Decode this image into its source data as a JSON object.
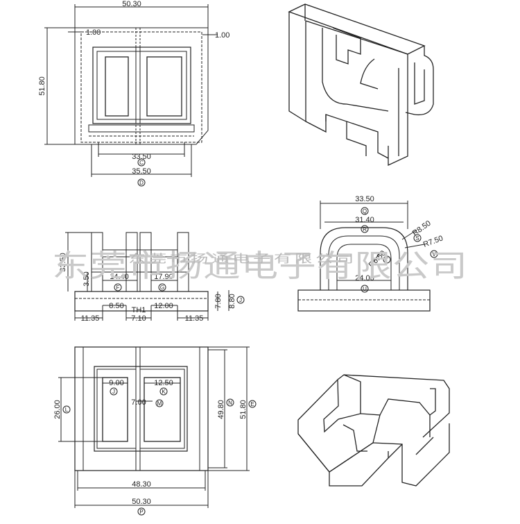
{
  "watermark": {
    "large": "东莞市扬通电子有限公司",
    "small": "东莞市扬通电子有限公司"
  },
  "top_view": {
    "width_overall": "50.30",
    "height_overall": "51.80",
    "offset_left": "1.00",
    "offset_right": "1.00",
    "inner_width": "33.50",
    "outer_width": "35.50",
    "label_inner": "C",
    "label_outer": "D"
  },
  "front_view": {
    "height": "33.50",
    "step": "3.50",
    "slot_left": "14.40",
    "slot_right": "17.90",
    "slot_left_label": "F",
    "slot_right_label": "G",
    "pin_left_width": "8.50",
    "th": "TH1",
    "pin_right_width": "12.00",
    "edge_left": "11.35",
    "center_gap": "7.10",
    "edge_right": "11.35",
    "base_h1": "7.80",
    "base_h2": "8.80",
    "base_label": "J"
  },
  "side_view": {
    "width_overall": "33.50",
    "width_overall_label": "Q",
    "width_inner": "31.40",
    "width_inner_label": "R",
    "radius_outer": "R8.50",
    "radius_outer_label": "S",
    "radius_mid": "R7.50",
    "radius_mid_label": "V",
    "radius_inner": "R6.50",
    "radius_inner_label": "T",
    "base_width": "24.00",
    "base_label": "U"
  },
  "bottom_view": {
    "height_left": "26.00",
    "height_left_label": "L",
    "slot_left": "9.00",
    "slot_left_label": "J",
    "slot_right": "12.50",
    "slot_right_label": "K",
    "center": "7.00",
    "center_label": "M",
    "height_inner": "49.80",
    "height_inner_label": "N",
    "height_outer": "51.80",
    "height_outer_label": "E",
    "width_inner": "48.30",
    "width_outer": "50.30",
    "width_outer_label": "P"
  }
}
